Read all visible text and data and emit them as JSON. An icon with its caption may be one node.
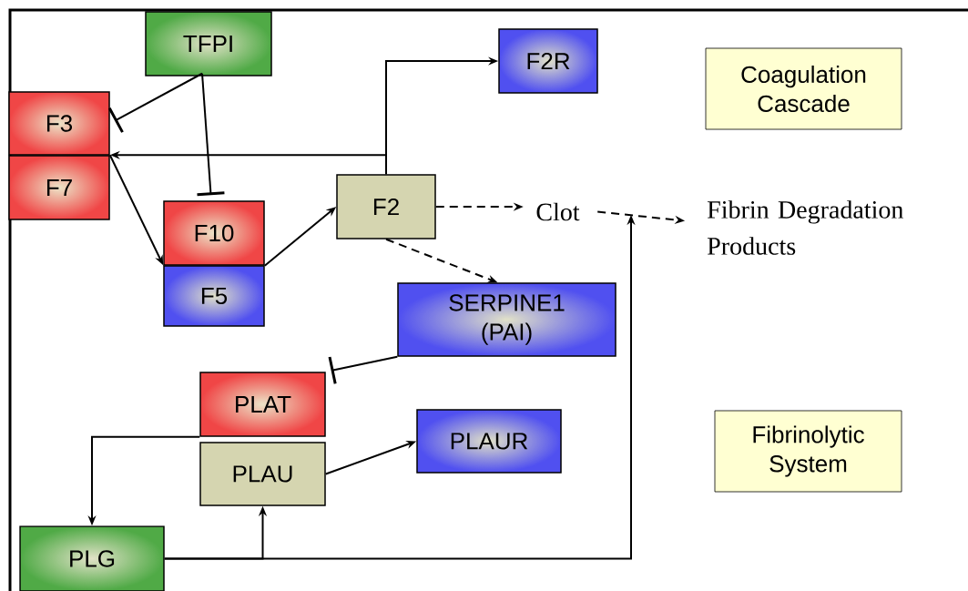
{
  "diagram": {
    "nodes": [
      {
        "text": [
          "TFPI"
        ]
      },
      {
        "text": [
          "F3"
        ]
      },
      {
        "text": [
          "F7"
        ]
      },
      {
        "text": [
          "F10"
        ]
      },
      {
        "text": [
          "F5"
        ]
      },
      {
        "text": [
          "F2"
        ]
      },
      {
        "text": [
          "F2R"
        ]
      },
      {
        "text": [
          "Clot"
        ]
      },
      {
        "text": [
          "Fibrin Degradation Products"
        ]
      },
      {
        "text": [
          "SERPINE1 (PAI)"
        ]
      },
      {
        "text": [
          "PLAT"
        ]
      },
      {
        "text": [
          "PLAU"
        ]
      },
      {
        "text": [
          "PLAUR"
        ]
      },
      {
        "text": [
          "PLG"
        ]
      },
      {
        "text": [
          "Coagulation Cascade"
        ]
      },
      {
        "text": [
          "Fibrinolytic System"
        ]
      }
    ],
    "edges": [
      {
        "from": 0,
        "to": 1,
        "arrow": "other"
      },
      {
        "from": 0,
        "to": 3,
        "arrow": "other"
      },
      {
        "from": 5,
        "to": 2,
        "arrow": "to"
      },
      {
        "from": 5,
        "to": 6,
        "arrow": "to"
      },
      {
        "from": 2,
        "to": 4,
        "arrow": "to"
      },
      {
        "from": 3,
        "to": 5,
        "arrow": "to"
      },
      {
        "from": 5,
        "to": 7,
        "arrow": "to",
        "style": "dashed"
      },
      {
        "from": 7,
        "to": 8,
        "arrow": "to",
        "style": "dashed"
      },
      {
        "from": 5,
        "to": 9,
        "arrow": "to",
        "style": "dashed"
      },
      {
        "from": 9,
        "to": 10,
        "arrow": "other"
      },
      {
        "from": 10,
        "to": 13,
        "arrow": "to"
      },
      {
        "from": 13,
        "to": 11,
        "arrow": "to"
      },
      {
        "from": 13,
        "to": null,
        "arrow": "to"
      },
      {
        "from": 11,
        "to": 12,
        "arrow": "to"
      }
    ]
  }
}
